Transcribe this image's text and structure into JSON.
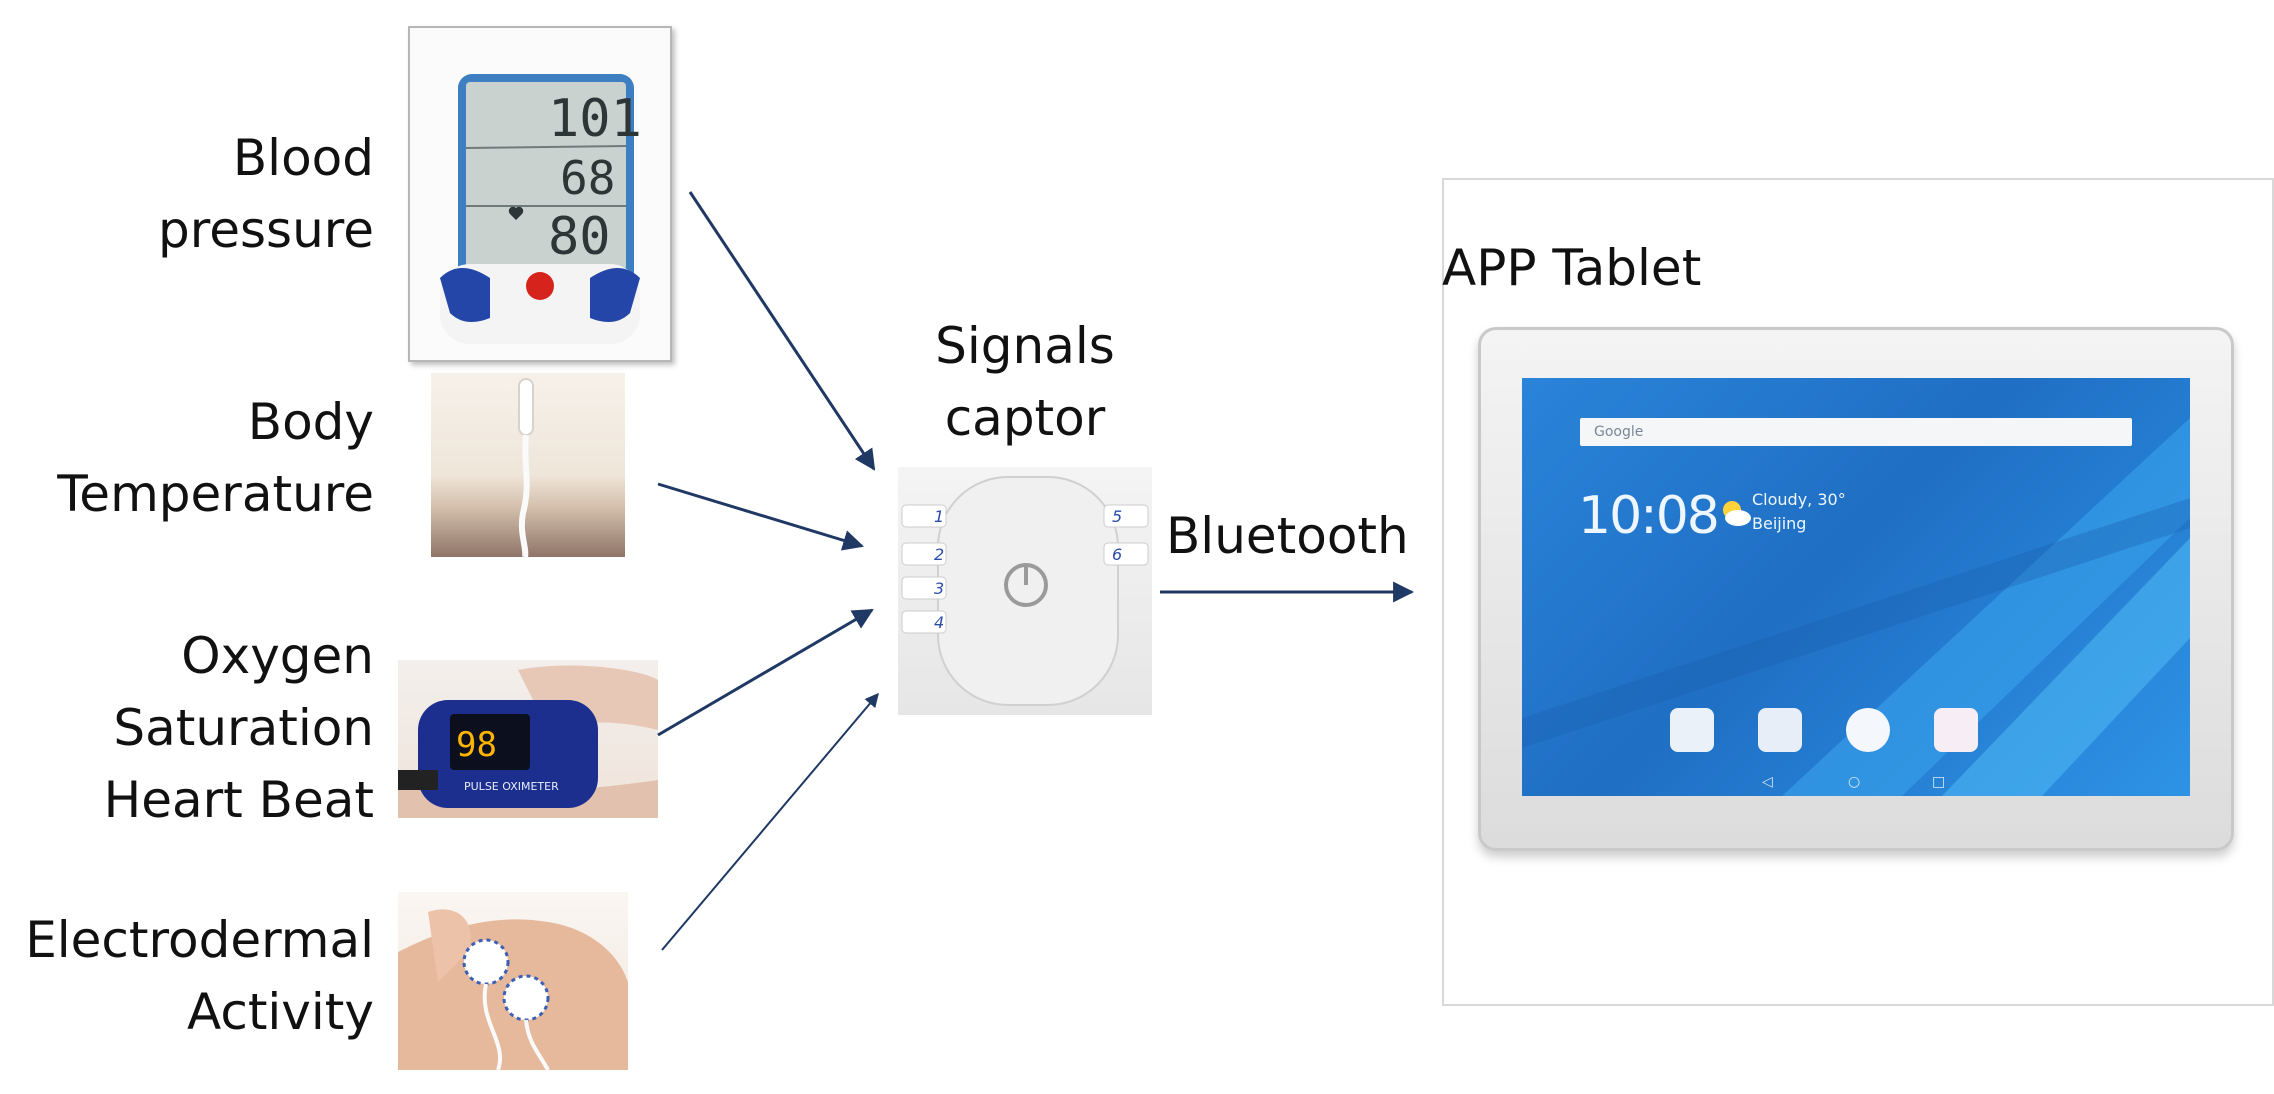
{
  "sensors": [
    {
      "label_lines": [
        "Blood",
        "pressure"
      ]
    },
    {
      "label_lines": [
        "Body",
        "Temperature"
      ]
    },
    {
      "label_lines": [
        "Oxygen",
        "Saturation",
        "Heart Beat"
      ]
    },
    {
      "label_lines": [
        "Electrodermal",
        "Activity"
      ]
    }
  ],
  "bp_display": {
    "sys": "101",
    "dia": "68",
    "pulse": "80"
  },
  "oximeter": {
    "reading": "98",
    "brand": "PULSE OXIMETER"
  },
  "captor": {
    "label_lines": [
      "Signals",
      "captor"
    ],
    "ports": [
      "1",
      "2",
      "3",
      "4",
      "5",
      "6"
    ]
  },
  "link": {
    "label": "Bluetooth"
  },
  "tablet": {
    "label": "APP Tablet",
    "search_placeholder": "Google",
    "time": "10:08",
    "weather_line1": "Cloudy, 30°",
    "weather_line2": "Beijing"
  },
  "colors": {
    "arrow": "#1f3864",
    "text": "#111111",
    "screen": "#1f6fc4"
  }
}
